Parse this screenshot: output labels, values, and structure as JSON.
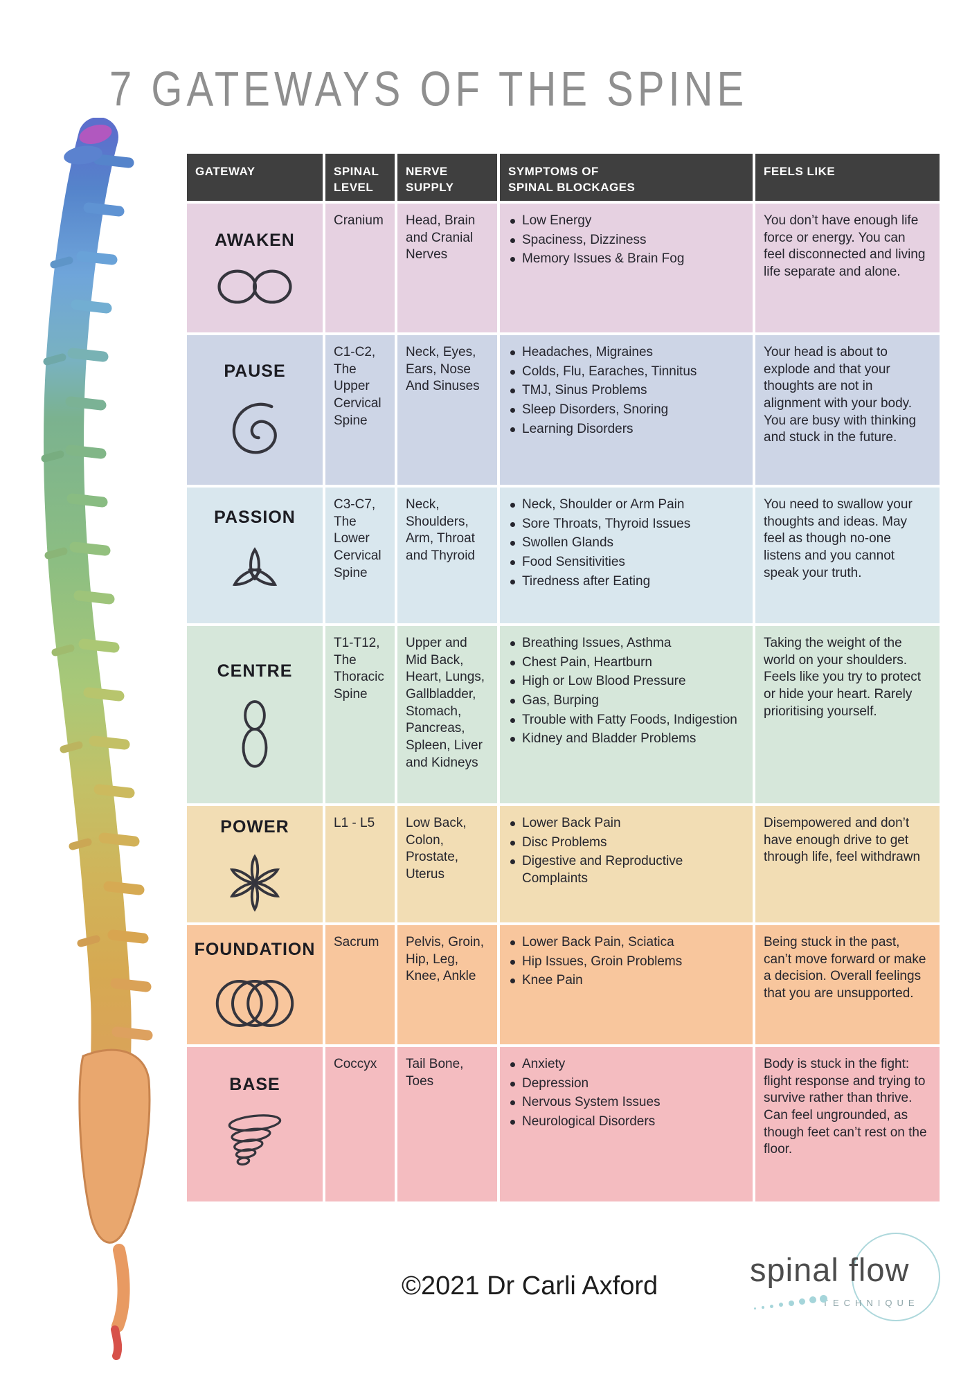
{
  "title": "7 GATEWAYS OF THE SPINE",
  "table": {
    "headers": [
      "GATEWAY",
      "SPINAL\nLEVEL",
      "NERVE\nSUPPLY",
      "SYMPTOMS OF\nSPINAL BLOCKAGES",
      "FEELS LIKE"
    ],
    "rows": [
      {
        "gateway": "AWAKEN",
        "icon": "infinity",
        "color": "#e6d1e1",
        "spinal_level": "Cranium",
        "nerve_supply": "Head, Brain and Cranial Nerves",
        "symptoms": [
          "Low Energy",
          "Spaciness, Dizziness",
          "Memory Issues & Brain Fog"
        ],
        "feels_like": "You don’t have enough life force or energy. You can feel disconnected and living life separate and alone."
      },
      {
        "gateway": "PAUSE",
        "icon": "spiral",
        "color": "#cdd5e6",
        "spinal_level": "C1-C2, The Upper Cervical Spine",
        "nerve_supply": "Neck, Eyes, Ears, Nose And Sinuses",
        "symptoms": [
          "Headaches, Migraines",
          "Colds, Flu, Earaches, Tinnitus",
          "TMJ, Sinus Problems",
          "Sleep Disorders, Snoring",
          "Learning Disorders"
        ],
        "feels_like": "Your head is about to explode and that your thoughts are not in alignment with your body. You are busy with thinking and stuck in the future."
      },
      {
        "gateway": "PASSION",
        "icon": "triquetra",
        "color": "#d9e7ee",
        "spinal_level": "C3-C7, The Lower Cervical Spine",
        "nerve_supply": "Neck, Shoulders, Arm, Throat and Thyroid",
        "symptoms": [
          "Neck, Shoulder or Arm Pain",
          "Sore Throats, Thyroid Issues",
          "Swollen Glands",
          "Food Sensitivities",
          "Tiredness after Eating"
        ],
        "feels_like": "You need to swallow your thoughts and ideas. May feel as though no-one listens and you cannot speak your truth."
      },
      {
        "gateway": "CENTRE",
        "icon": "figure-eight",
        "color": "#d6e7da",
        "spinal_level": "T1-T12, The Thoracic Spine",
        "nerve_supply": "Upper and Mid Back, Heart, Lungs, Gallbladder, Stomach, Pancreas, Spleen, Liver and Kidneys",
        "symptoms": [
          "Breathing Issues, Asthma",
          "Chest Pain, Heartburn",
          "High or Low Blood Pressure",
          "Gas, Burping",
          "Trouble with Fatty Foods, Indigestion",
          "Kidney and Bladder Problems"
        ],
        "feels_like": "Taking the weight of the world on your shoulders. Feels like you try to protect or hide your heart. Rarely prioritising yourself."
      },
      {
        "gateway": "POWER",
        "icon": "flower",
        "color": "#f2ddb4",
        "spinal_level": "L1 - L5",
        "nerve_supply": "Low Back, Colon, Prostate, Uterus",
        "symptoms": [
          "Lower Back Pain",
          "Disc Problems",
          "Digestive and Reproductive Complaints"
        ],
        "feels_like": "Disempowered and don’t have enough drive to get through life, feel withdrawn"
      },
      {
        "gateway": "FOUNDATION",
        "icon": "triple-circles",
        "color": "#f8c69d",
        "spinal_level": "Sacrum",
        "nerve_supply": "Pelvis, Groin, Hip, Leg, Knee, Ankle",
        "symptoms": [
          "Lower Back Pain, Sciatica",
          "Hip Issues, Groin Problems",
          "Knee Pain"
        ],
        "feels_like": "Being stuck in the past, can’t move forward or make a decision. Overall feelings that you are unsupported."
      },
      {
        "gateway": "BASE",
        "icon": "tornado",
        "color": "#f4bcc0",
        "spinal_level": "Coccyx",
        "nerve_supply": "Tail Bone, Toes",
        "symptoms": [
          "Anxiety",
          "Depression",
          "Nervous System Issues",
          "Neurological Disorders"
        ],
        "feels_like": "Body is stuck in the fight: flight response and trying to survive rather than thrive. Can feel ungrounded, as though feet can’t rest on the floor."
      }
    ]
  },
  "footer": {
    "copyright": "©2021 Dr Carli Axford"
  },
  "brand": {
    "name": "spinal flow",
    "tagline": "TECHNIQUE",
    "accent_color": "#a5d5da"
  }
}
